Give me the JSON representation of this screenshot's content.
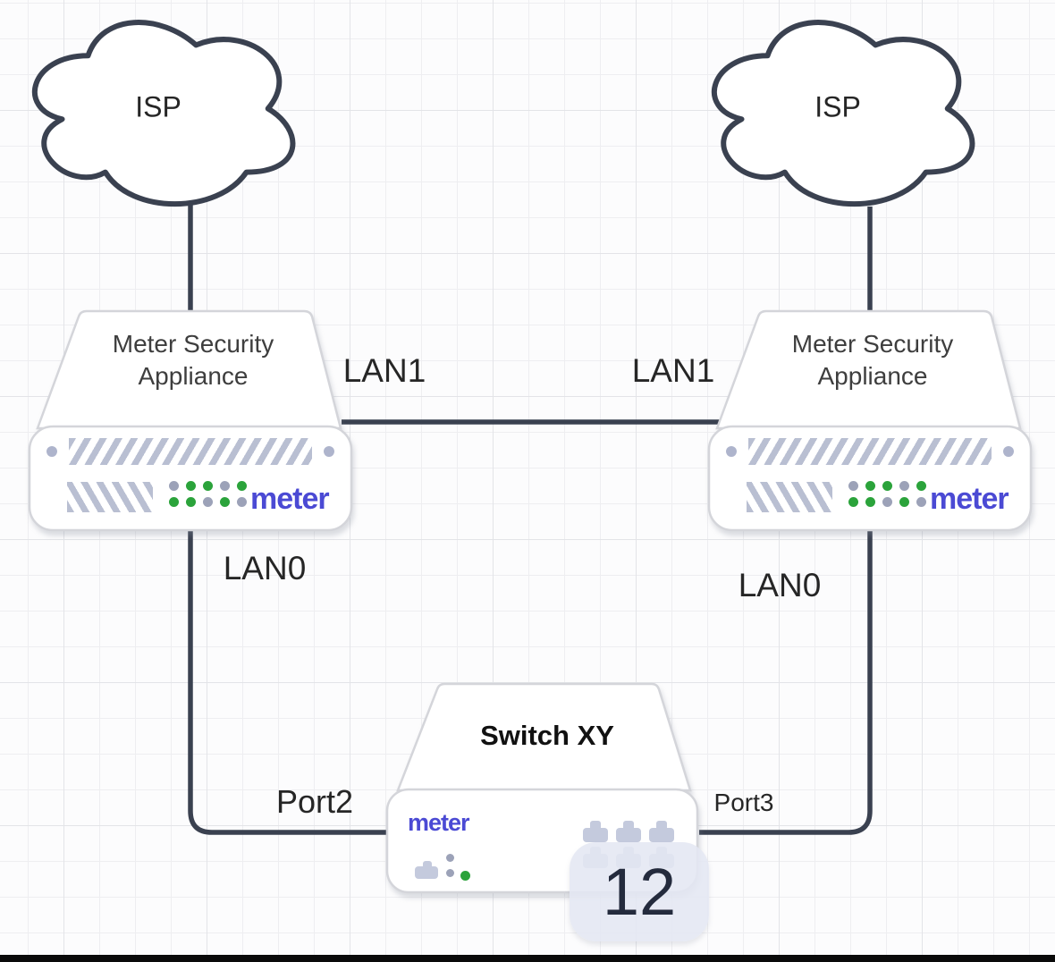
{
  "diagram": {
    "clouds": {
      "left": {
        "label": "ISP"
      },
      "right": {
        "label": "ISP"
      }
    },
    "appliances": {
      "left": {
        "title": "Meter Security Appliance"
      },
      "right": {
        "title": "Meter Security Appliance"
      }
    },
    "switch": {
      "title": "Switch XY",
      "port_count": "12"
    },
    "brand": {
      "wordmark": "meter"
    },
    "edge_labels": {
      "lan1_left": "LAN1",
      "lan1_right": "LAN1",
      "lan0_left": "LAN0",
      "lan0_right": "LAN0",
      "port2": "Port2",
      "port3": "Port3"
    },
    "colors": {
      "connector": "#3A4150",
      "device_outline": "#D4D5DA",
      "brand_blue": "#4B4AD4",
      "led_green": "#2BA33B",
      "led_gray": "#9CA2B8",
      "hatch_gray": "#B9BFD2",
      "port_gray": "#C4CADD",
      "badge_bg": "#E6E9F4",
      "badge_text": "#242B3D"
    }
  }
}
